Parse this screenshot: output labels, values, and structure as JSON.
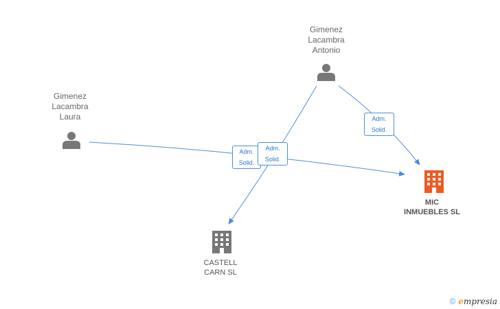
{
  "nodes": {
    "antonio": {
      "label": "Gimenez\nLacambra\nAntonio",
      "type": "person"
    },
    "laura": {
      "label": "Gimenez\nLacambra\nLaura",
      "type": "person"
    },
    "mic": {
      "label": "MIC\nINMUEBLES SL",
      "type": "company",
      "color": "#f05a22"
    },
    "castell": {
      "label": "CASTELL\nCARN SL",
      "type": "company",
      "color": "#777777"
    }
  },
  "edges": [
    {
      "from": "antonio",
      "to": "mic",
      "label": "Adm.\nSolid."
    },
    {
      "from": "antonio",
      "to": "castell",
      "label": "Adm.\nSolid."
    },
    {
      "from": "laura",
      "to": "mic",
      "label": "Adm.\nSolid."
    }
  ],
  "colors": {
    "edge": "#4a8fd6",
    "person": "#777777"
  },
  "footer": {
    "copyright": "©",
    "brand_initial": "e",
    "brand_rest": "mpresia"
  }
}
